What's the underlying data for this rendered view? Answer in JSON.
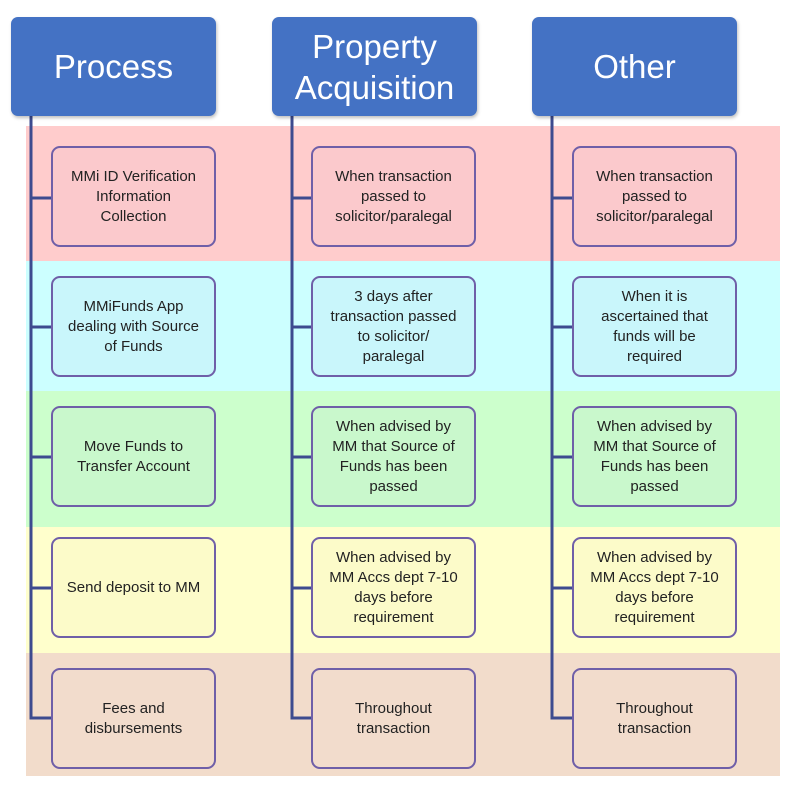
{
  "colors": {
    "header_fill": "#4472c4",
    "connector": "#3d4b8f",
    "box_border": "#6f5fa8",
    "band_rows": [
      "#ffcccc",
      "#ccffff",
      "#ccffcc",
      "#ffffcc",
      "#f2dccb"
    ]
  },
  "columns": [
    {
      "header": "Process",
      "items": [
        "MMi ID Verification\nInformation\nCollection",
        "MMiFunds App\ndealing with Source\nof Funds",
        "Move Funds to\nTransfer Account",
        "Send deposit to MM",
        "Fees and\ndisbursements"
      ]
    },
    {
      "header": "Property\nAcquisition",
      "items": [
        "When transaction\npassed to\nsolicitor/paralegal",
        "3 days after\ntransaction passed\nto solicitor/\nparalegal",
        "When advised by\nMM that Source of\nFunds has been\npassed",
        "When advised by\nMM Accs dept 7-10\ndays before\nrequirement",
        "Throughout\ntransaction"
      ]
    },
    {
      "header": "Other",
      "items": [
        "When transaction\npassed to\nsolicitor/paralegal",
        "When it is\nascertained that\nfunds will be\nrequired",
        "When advised by\nMM that Source of\nFunds has been\npassed",
        "When advised by\nMM Accs dept 7-10\ndays before\nrequirement",
        "Throughout\ntransaction"
      ]
    }
  ]
}
